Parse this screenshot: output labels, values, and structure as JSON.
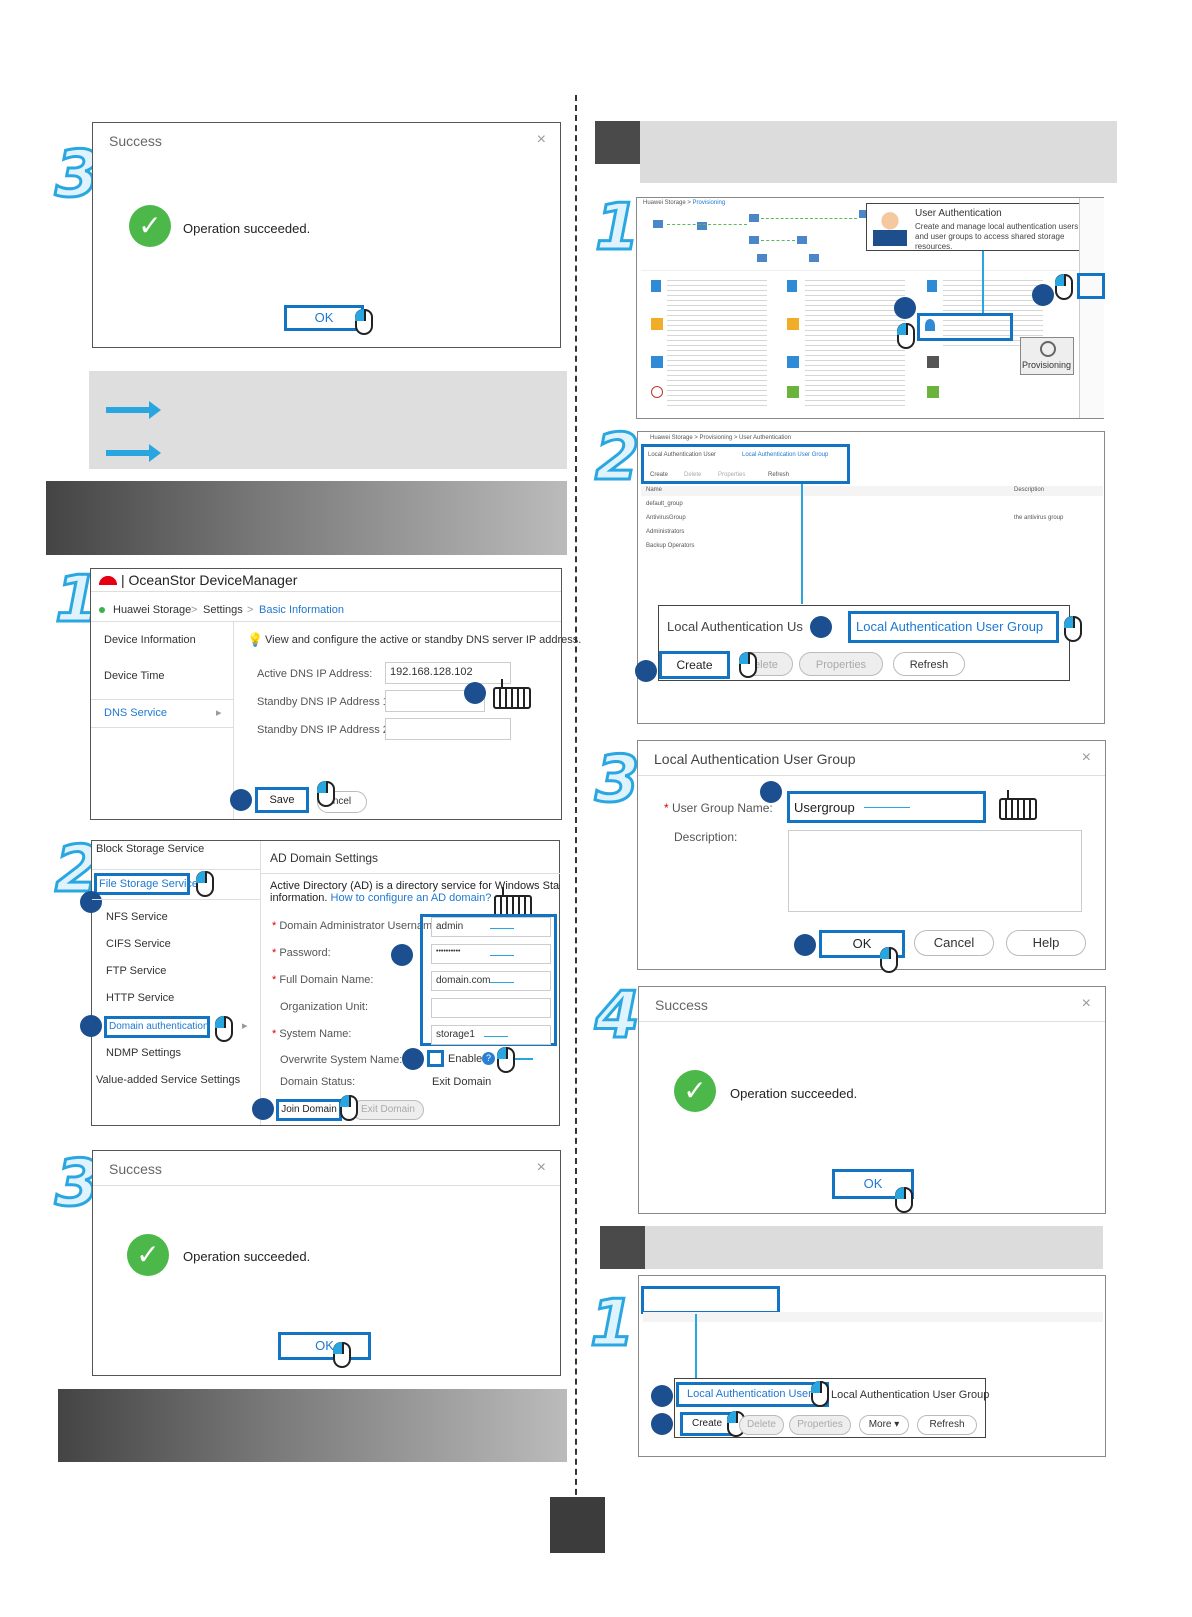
{
  "left": {
    "step3_top": {
      "num": "3",
      "title": "Success",
      "close": "×",
      "message": "Operation succeeded.",
      "ok": "OK"
    },
    "section2": {
      "step1": {
        "num": "1",
        "app_title": "| OceanStor DeviceManager",
        "breadcrumb": [
          "Huawei Storage",
          "Settings",
          "Basic Information"
        ],
        "nav": [
          "Device Information",
          "Device Time",
          "DNS Service"
        ],
        "hint": "View and configure the active or standby DNS server IP address.",
        "labels": [
          "Active DNS IP Address:",
          "Standby DNS IP Address 1:",
          "Standby DNS IP Address 2:"
        ],
        "active_dns_value": "192.168.128.102",
        "save": "Save",
        "cancel": "ncel"
      },
      "step2": {
        "num": "2",
        "nav": [
          "Block Storage Service",
          "File Storage Service",
          "NFS Service",
          "CIFS Service",
          "FTP Service",
          "HTTP Service",
          "Domain authentication",
          "NDMP Settings",
          "Value-added Service Settings"
        ],
        "heading": "AD Domain Settings",
        "desc1": "Active Directory (AD) is a directory service for Windows Standard Se",
        "desc2_plain": "information.",
        "desc2_link": "How to configure an AD domain?",
        "labels": [
          "Domain Administrator Username:",
          "Password:",
          "Full Domain Name:",
          "Organization Unit:",
          "System Name:",
          "Overwrite System Name:",
          "Domain Status:"
        ],
        "values": [
          "admin",
          "••••••••••",
          "domain.com",
          "",
          "storage1"
        ],
        "enable": "Enable",
        "domain_status": "Exit Domain",
        "join": "Join Domain",
        "exit": "Exit Domain"
      },
      "step3": {
        "num": "3",
        "title": "Success",
        "close": "×",
        "message": "Operation succeeded.",
        "ok": "OK"
      }
    }
  },
  "right": {
    "step1": {
      "num": "1",
      "callout_title": "User Authentication",
      "callout_text": "Create and manage local authentication users and user groups to access shared storage resources.",
      "provisioning": "Provisioning"
    },
    "step2": {
      "num": "2",
      "breadcrumb": "Huawei Storage > Provisioning > User Authentication",
      "tabs": [
        "Local Authentication User",
        "Local Authentication User Group"
      ],
      "toolbar": [
        "Create",
        "Delete",
        "Properties",
        "Refresh"
      ],
      "columns": [
        "Name",
        "Description"
      ],
      "rows": [
        [
          "default_group",
          ""
        ],
        [
          "AntivirusGroup",
          "the antivirus group"
        ],
        [
          "Administrators",
          ""
        ],
        [
          "Backup Operators",
          ""
        ]
      ],
      "zoom_tab1": "Local Authentication Us",
      "zoom_tab2": "Local Authentication User Group",
      "zoom_buttons": [
        "Create",
        "elete",
        "Properties",
        "Refresh"
      ]
    },
    "step3": {
      "num": "3",
      "title": "Local Authentication User Group",
      "close": "×",
      "name_label": "User Group Name:",
      "name_value": "Usergroup",
      "desc_label": "Description:",
      "buttons": [
        "OK",
        "Cancel",
        "Help"
      ]
    },
    "step4": {
      "num": "4",
      "title": "Success",
      "close": "×",
      "message": "Operation succeeded.",
      "ok": "OK"
    },
    "section3": {
      "step1": {
        "num": "1",
        "tab1": "Local Authentication User",
        "tab2": "Local Authentication User Group",
        "buttons": [
          "Create",
          "Delete",
          "Properties",
          "More",
          "Refresh"
        ]
      }
    }
  },
  "colors": {
    "highlight": "#1474c4",
    "accent": "#29a5e0",
    "success": "#4cb849",
    "dot": "#1b4f8f"
  }
}
